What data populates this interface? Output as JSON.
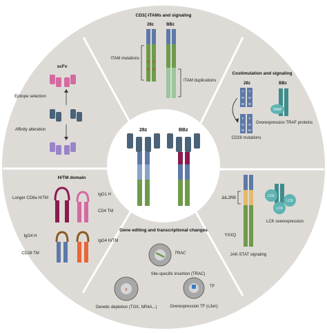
{
  "center": {
    "label_28z": "28z",
    "label_bbz": "BBz"
  },
  "cd3z": {
    "title": "CD3ζ-ITAMs and signaling",
    "label_28z": "28z",
    "label_bbz": "BBz",
    "itam_mutations": "ITAM mutations",
    "itam_duplications": "ITAM duplications"
  },
  "scfv": {
    "title": "scFv",
    "epitope_selection": "Epitope selection",
    "affinity_alteration": "Affinity alteration"
  },
  "costim": {
    "title": "Costimulation and signaling",
    "label_28z": "28z",
    "label_bbz": "BBz",
    "cd28_mutations": "CD28 mutations",
    "traf_label": "TRAF",
    "traf_overexpression": "Overexpression TRAF proteins",
    "delta_il2rb": "ΔIL2RB",
    "yxxq": "YXXQ",
    "jak_stat": "JAK-STAT signaling",
    "lck": "LCK",
    "lck_overexpression": "LCK overexpression"
  },
  "htm": {
    "title": "H/TM domain",
    "longer_cd8a": "Longer CD8a H/TM",
    "igg1_h": "IgG1 H",
    "cd4_tm": "CD4 TM",
    "igg4_h_left": "IgG4 H",
    "cd28_tm": "CD28 TM",
    "igg4_h_right": "IgG4 H/TM"
  },
  "editing": {
    "title": "Gene editing and transcriptional changes",
    "trac": "TRAC",
    "site_specific": "Site-specific insertion (TRAC)",
    "genetic_depletion": "Genetic depletion (TOX, NR4A...)",
    "tf": "TF",
    "overexpression_tf": "Overexpression TF (cJun)"
  },
  "colors": {
    "ring": "#dedbd7",
    "scfv_dark": "#4a6378",
    "scfv_blue": "#5d79a8",
    "green": "#6f9a4a",
    "light_green": "#9cc69b",
    "tan": "#e6b86a",
    "maroon": "#8b1a4f",
    "pink": "#d36aa0",
    "purple": "#9b84c9",
    "orange": "#e8673a",
    "teal": "#3f8c8c"
  }
}
